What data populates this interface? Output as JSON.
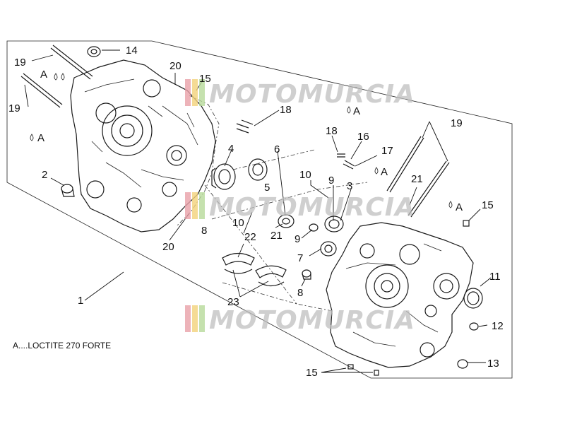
{
  "callouts": {
    "c19a": "19",
    "c19b": "19",
    "c19c": "19",
    "c14": "14",
    "c20a": "20",
    "c20b": "20",
    "c15a": "15",
    "c15b": "15",
    "c15c": "15",
    "c18a": "18",
    "c18b": "18",
    "c4": "4",
    "c6": "6",
    "c5": "5",
    "c10a": "10",
    "c10b": "10",
    "c9a": "9",
    "c9b": "9",
    "c3": "3",
    "c21a": "21",
    "c21b": "21",
    "c16": "16",
    "c17": "17",
    "c2": "2",
    "c8a": "8",
    "c8b": "8",
    "c7": "7",
    "c22": "22",
    "c23": "23",
    "c1": "1",
    "c11": "11",
    "c12": "12",
    "c13": "13",
    "cA1": "A",
    "cA2": "A",
    "cA3": "A",
    "cA4": "A",
    "cA5": "A"
  },
  "legend": {
    "text": "A....LOCTITE 270 FORTE"
  },
  "watermark": {
    "text": "MOTOMURCIA",
    "stripe_colors": [
      "#e8a0a8",
      "#f2d27a",
      "#b7d99a"
    ]
  }
}
